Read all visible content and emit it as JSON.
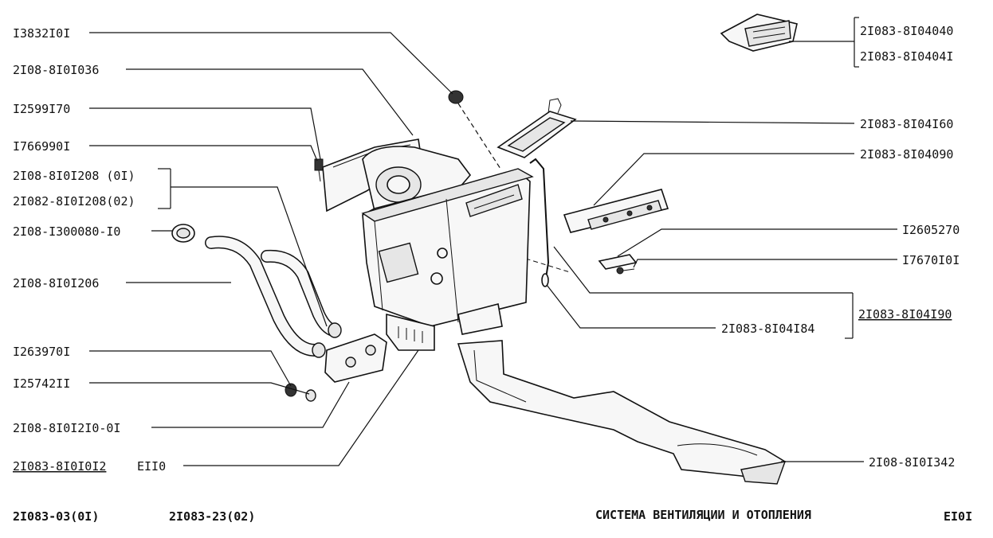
{
  "labels": {
    "l_13832101": "I3832I0I",
    "l_2108_8101036": "2I08-8I0I036",
    "l_12599170": "I2599I70",
    "l_17669901": "I766990I",
    "l_2108_8101208_01": "2I08-8I0I208 (0I)",
    "l_21082_8101208_02": "2I082-8I0I208(02)",
    "l_2108_1300080_10": "2I08-I300080-I0",
    "l_2108_8101206": "2I08-8I0I206",
    "l_12639701": "I263970I",
    "l_12574211": "I25742II",
    "l_2108_8101210_01": "2I08-8I0I2I0-0I",
    "l_21083_8101012": "2I083-8I0I0I2",
    "l_e110": "EII0",
    "l_21083_8104040": "2I083-8I04040",
    "l_21083_8104041": "2I083-8I0404I",
    "l_21083_8104160": "2I083-8I04I60",
    "l_21083_8104090": "2I083-8I04090",
    "l_12605270": "I2605270",
    "l_17670101": "I7670I0I",
    "l_21083_8104190": "2I083-8I04I90",
    "l_21083_8104184": "2I083-8I04I84",
    "l_2108_8101342": "2I08-8I0I342"
  },
  "footer": {
    "model_1": "2I083-03(0I)",
    "model_2": "2I083-23(02)",
    "title": "СИСТЕМА ВЕНТИЛЯЦИИ И ОТОПЛЕНИЯ",
    "page": "EI0I"
  }
}
